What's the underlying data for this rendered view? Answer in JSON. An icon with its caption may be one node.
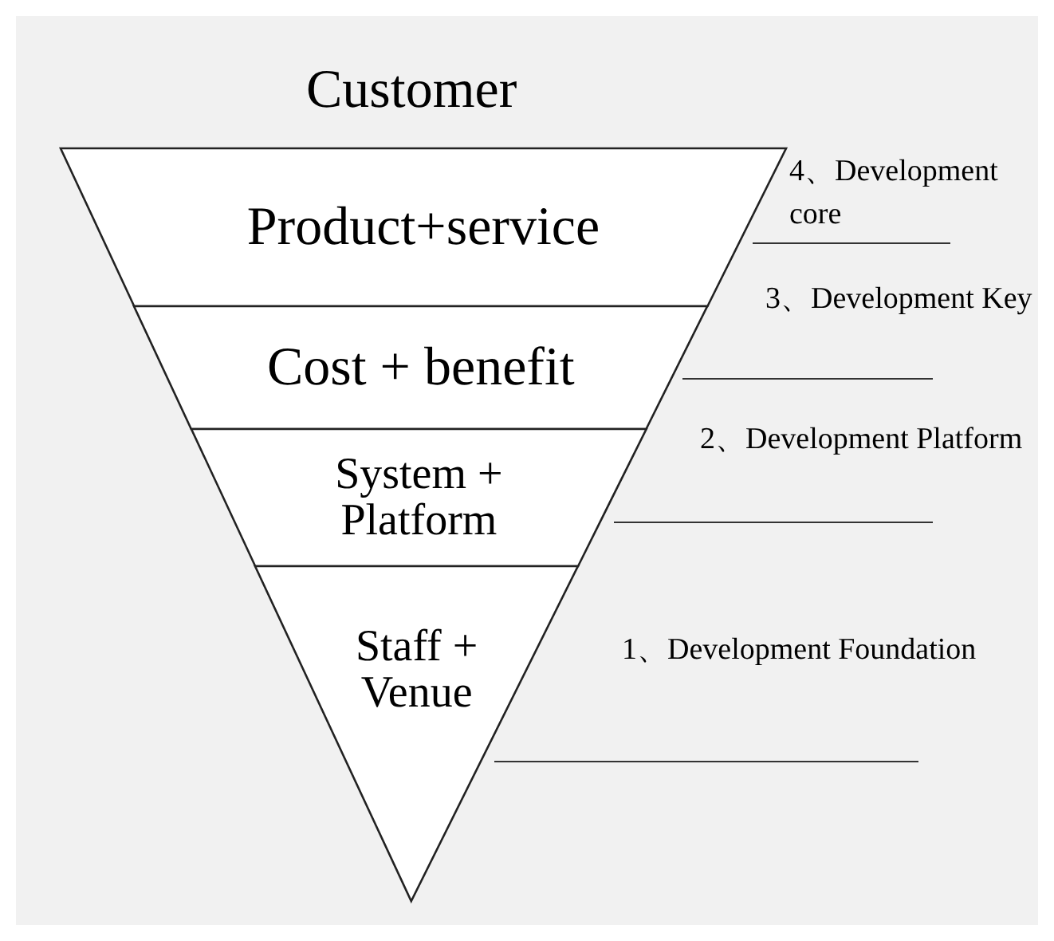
{
  "diagram": {
    "title": "Customer",
    "nodes": [
      {
        "text": [
          "Product+service"
        ]
      },
      {
        "text": [
          "Cost + benefit"
        ]
      },
      {
        "text": [
          "System + Platform"
        ]
      },
      {
        "text": [
          "Staff + Venue"
        ]
      }
    ],
    "edges": [],
    "labels": [
      "4、Development core",
      "3、Development Key",
      "2、Development Platform",
      "1、Development Foundation"
    ]
  }
}
